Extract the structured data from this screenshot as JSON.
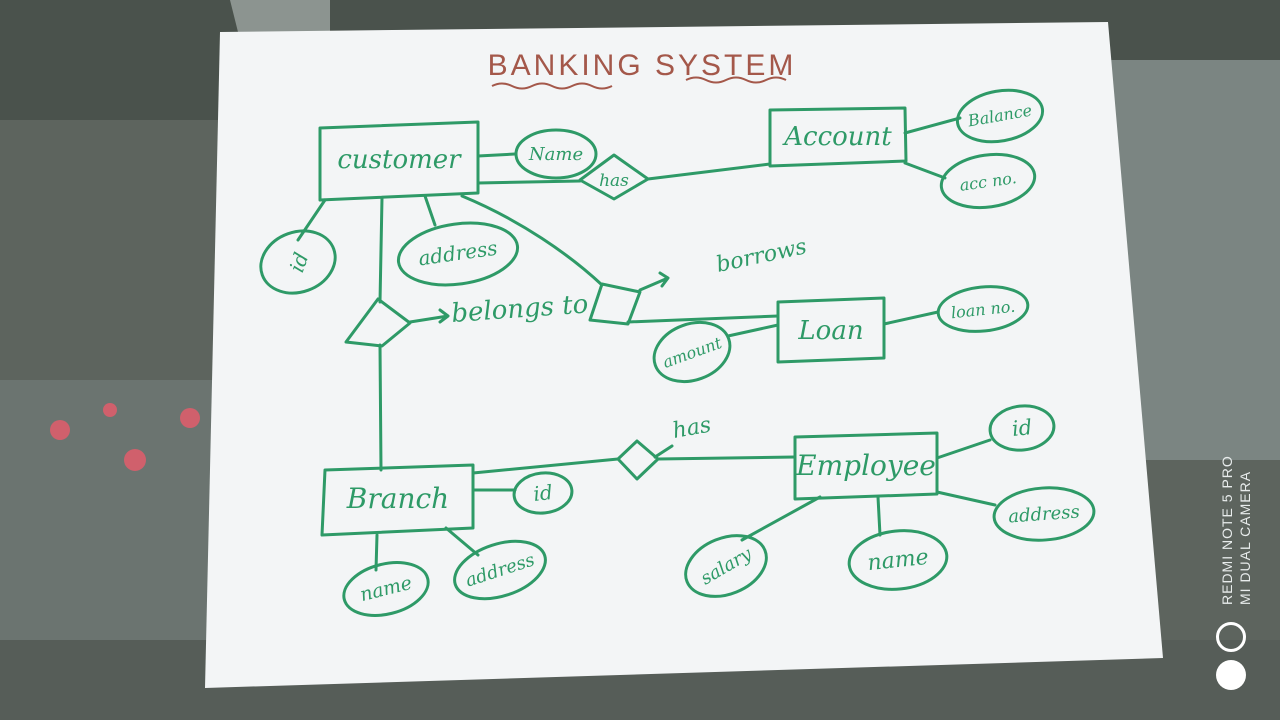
{
  "title": "BANKING SYSTEM",
  "colors": {
    "ink": "#2e9a67",
    "title_ink": "#a4584a",
    "paper": "#f3f5f6"
  },
  "entities": {
    "customer": "customer",
    "account": "Account",
    "loan": "Loan",
    "branch": "Branch",
    "employee": "Employee"
  },
  "attributes": {
    "customer_name": "Name",
    "customer_id": "id",
    "customer_address": "address",
    "account_balance": "Balance",
    "account_no": "acc no.",
    "loan_no": "loan no.",
    "loan_amount": "amount",
    "branch_id": "id",
    "branch_name": "name",
    "branch_address": "address",
    "employee_id": "id",
    "employee_address": "address",
    "employee_salary": "salary",
    "employee_name": "name"
  },
  "relationships": {
    "customer_account": "has",
    "customer_loan": "borrows",
    "customer_branch": "belongs to",
    "branch_employee": "has"
  },
  "watermark": {
    "line1": "REDMI NOTE 5 PRO",
    "line2": "MI DUAL CAMERA"
  }
}
